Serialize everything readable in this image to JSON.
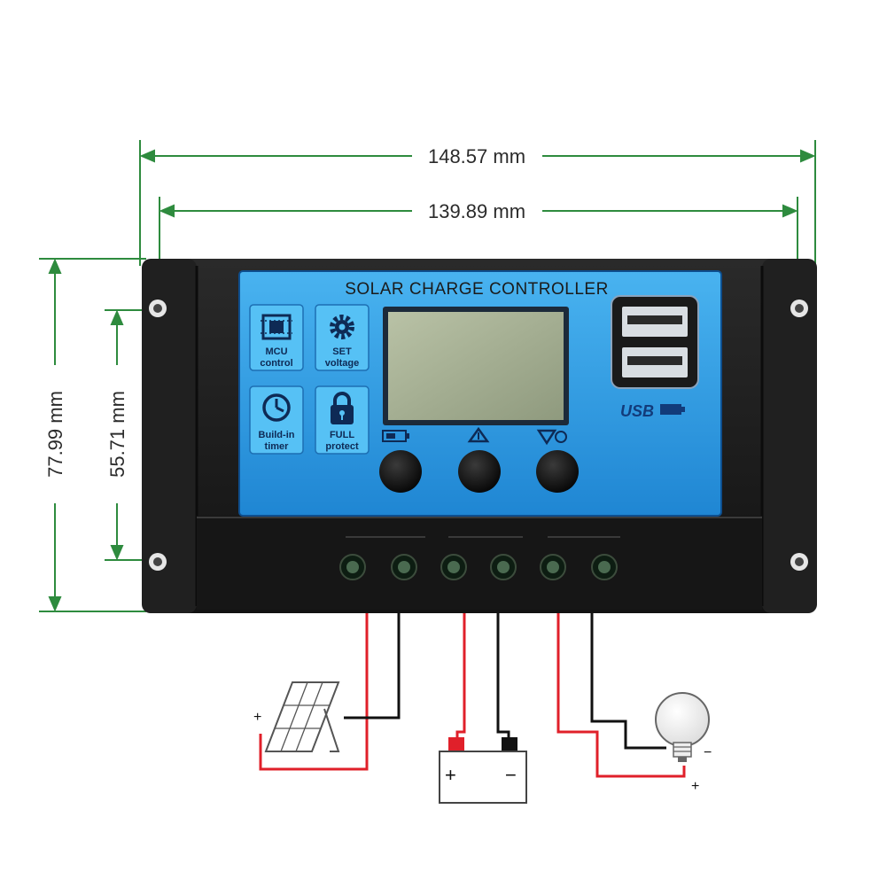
{
  "dimensions": {
    "outer_width": "148.57 mm",
    "inner_width": "139.89 mm",
    "outer_height": "77.99 mm",
    "inner_height": "55.71 mm"
  },
  "controller": {
    "title": "SOLAR CHARGE CONTROLLER",
    "features": [
      {
        "line1": "MCU",
        "line2": "control",
        "icon": "chip-icon"
      },
      {
        "line1": "SET",
        "line2": "voltage",
        "icon": "gear-icon"
      },
      {
        "line1": "Build-in",
        "line2": "timer",
        "icon": "clock-icon"
      },
      {
        "line1": "FULL",
        "line2": "protect",
        "icon": "lock-icon"
      }
    ],
    "usb_label": "USB",
    "buttons": [
      {
        "icon": "battery-menu-icon"
      },
      {
        "icon": "up-arrow-icon"
      },
      {
        "icon": "down-arrow-icon"
      }
    ],
    "terminal_count": 6
  },
  "wiring": {
    "solar_plus": "+",
    "solar_minus": "−",
    "battery_plus": "+",
    "battery_minus": "−",
    "load_plus": "+",
    "load_minus": "−"
  },
  "colors": {
    "dimension_line": "#2e8b3e",
    "panel_blue": "#2e9ae0",
    "body_black": "#1c1c1c",
    "wire_red": "#e0202a",
    "wire_black": "#111111"
  }
}
